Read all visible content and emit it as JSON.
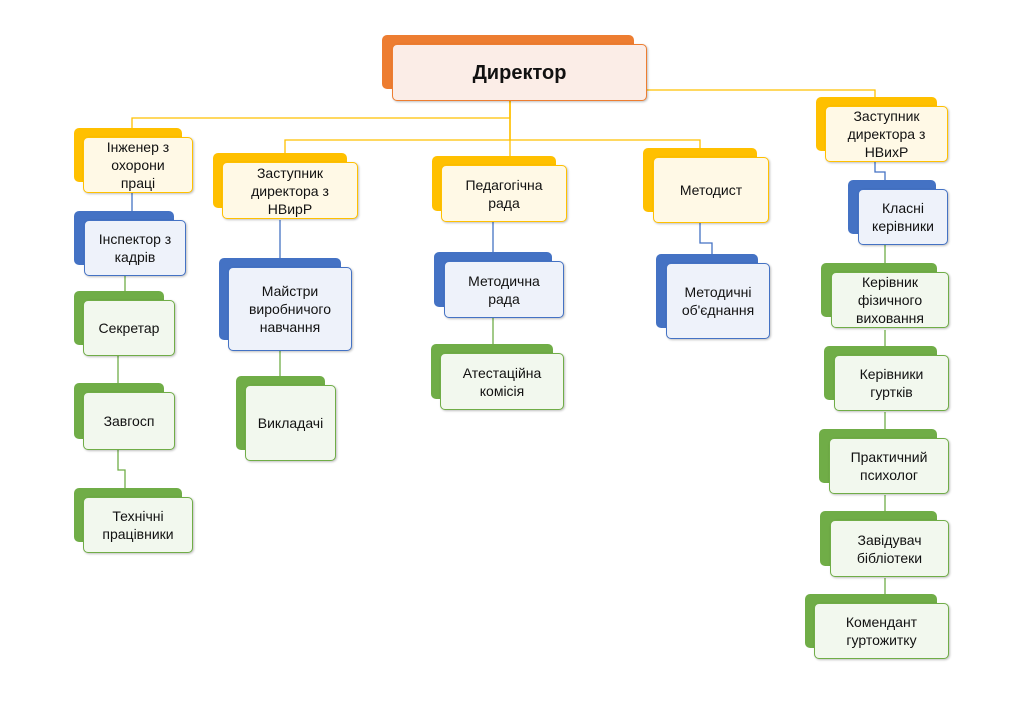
{
  "diagram": {
    "director": "Директор",
    "column1": {
      "head": "Інженер з\nохорони\nпраці",
      "items": [
        "Інспектор з\nкадрів",
        "Секретар",
        "Завгосп",
        "Технічні\nпрацівники"
      ]
    },
    "column2": {
      "head": "Заступник\nдиректора з\nНВирР",
      "items": [
        "Майстри\nвиробничого\nнавчання",
        "Викладачі"
      ]
    },
    "column3": {
      "head": "Педагогічна\nрада",
      "items": [
        "Методична\nрада",
        "Атестаційна\nкомісія"
      ]
    },
    "column4": {
      "head": "Методист",
      "items": [
        "Методичні\nоб'єднання"
      ]
    },
    "column5": {
      "head": "Заступник\nдиректора з\nНВихР",
      "items": [
        "Класні\nкерівники",
        "Керівник\nфізичного\nвиховання",
        "Керівники\nгуртків",
        "Практичний\nпсихолог",
        "Завідувач\nбібліотеки",
        "Комендант\nгуртожитку"
      ]
    }
  },
  "colors": {
    "director": "#ED7D31",
    "head": "#FFC000",
    "blue": "#4472C4",
    "green": "#70AD47"
  }
}
